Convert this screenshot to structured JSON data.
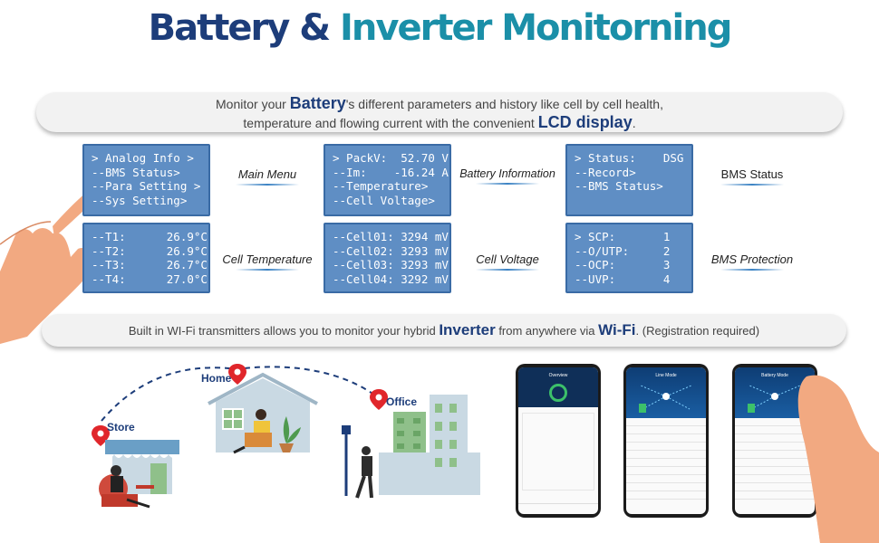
{
  "title": {
    "part1": "Battery",
    "amp": " & ",
    "part2": "Inverter Monitorning"
  },
  "battery_pill": {
    "pre": "Monitor your ",
    "brand": "Battery",
    "post": "'s different parameters and history like cell by cell health,",
    "line2": "temperature and flowing current with the convenient ",
    "lcd": "LCD display",
    "end": "."
  },
  "lcd_screens": {
    "main_menu": "> Analog Info >\n--BMS Status>\n--Para Setting >\n--Sys Setting>",
    "battery_info": "> PackV:  52.70 V\n--Im:    -16.24 A\n--Temperature>\n--Cell Voltage>",
    "bms_status": "> Status:    DSG\n--Record>\n--BMS Status>",
    "cell_temp": "--T1:      26.9°C\n--T2:      26.9°C\n--T3:      26.7°C\n--T4:      27.0°C",
    "cell_voltage": "--Cell01: 3294 mV\n--Cell02: 3293 mV\n--Cell03: 3293 mV\n--Cell04: 3292 mV",
    "bms_protection": "> SCP:       1\n--O/UTP:     2\n--OCP:       3\n--UVP:       4"
  },
  "labels": {
    "main_menu": "Main Menu",
    "battery_info": "Battery Information",
    "bms_status": "BMS Status",
    "cell_temp": "Cell Temperature",
    "cell_voltage": "Cell Voltage",
    "bms_protection": "BMS Protection"
  },
  "wifi_pill": {
    "pre": "Built in WI-Fi transmitters allows you to monitor your hybrid ",
    "inverter": "Inverter",
    "mid": " from anywhere via ",
    "wifi": "Wi-Fi",
    "post": ". (Registration required)"
  },
  "locations": {
    "store": "Store",
    "home": "Home",
    "office": "Office"
  },
  "phones": {
    "p1": {
      "header": "Overview"
    },
    "p2": {
      "header": "Line Mode"
    },
    "p3": {
      "header": "Battery Mode"
    }
  },
  "colors": {
    "navy": "#1d3d7a",
    "teal": "#1b8fa8",
    "lcd_bg": "#5f8ec4",
    "pin": "#e0262b"
  }
}
